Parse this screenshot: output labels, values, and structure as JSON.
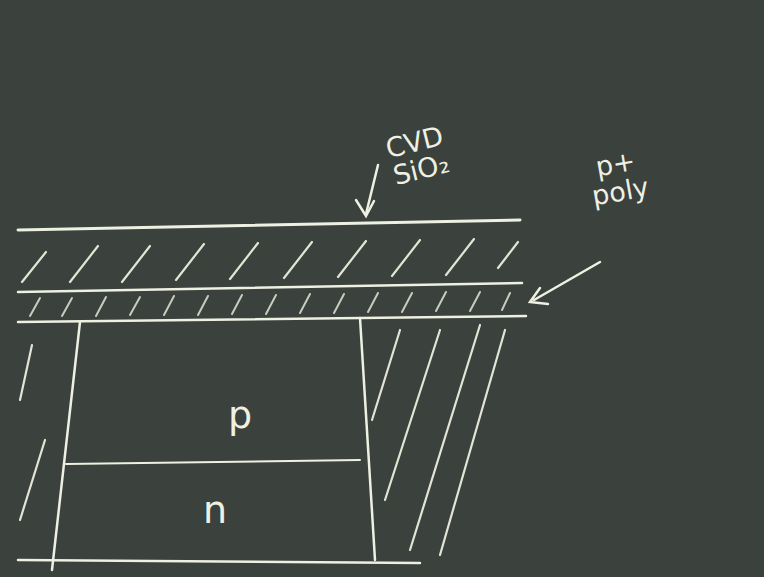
{
  "diagram": {
    "nodes": [
      {
        "text": [
          "p"
        ]
      },
      {
        "text": [
          "n"
        ]
      }
    ],
    "labels": [
      "CVD SiO₂",
      "p+ poly"
    ]
  }
}
